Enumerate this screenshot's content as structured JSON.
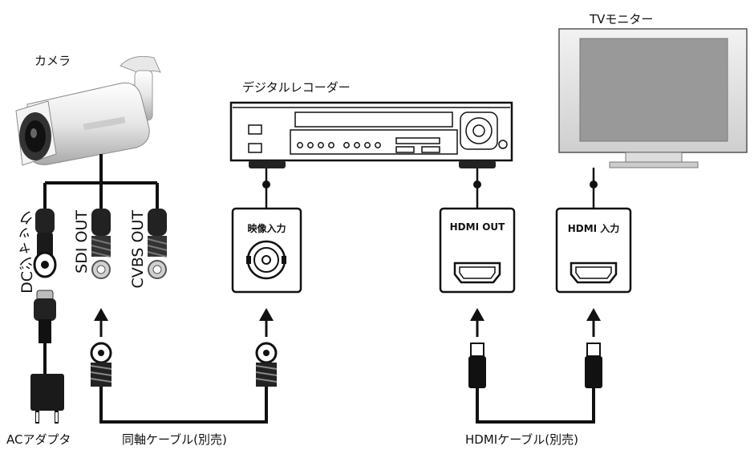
{
  "labels": {
    "camera": "カメラ",
    "recorder": "デジタルレコーダー",
    "tv": "TVモニター",
    "dc_jack": "DCジャック",
    "sdi_out": "SDI OUT",
    "cvbs_out": "CVBS OUT",
    "video_in": "映像入力",
    "hdmi_out": "HDMI OUT",
    "hdmi_in": "HDMI 入力",
    "ac_adapter": "ACアダプタ",
    "coax_cable": "同軸ケーブル(別売)",
    "hdmi_cable": "HDMIケーブル(別売)"
  }
}
